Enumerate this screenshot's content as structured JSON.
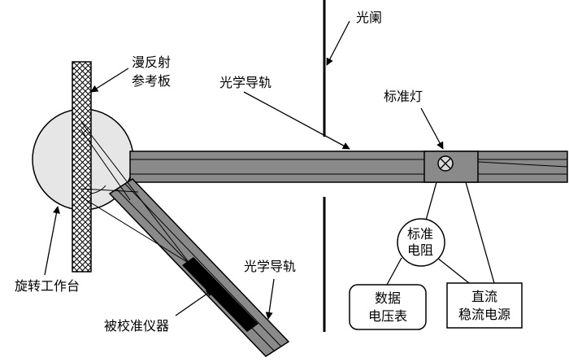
{
  "labels": {
    "aperture": "光阑",
    "diffuse_reflector_line1": "漫反射",
    "diffuse_reflector_line2": "参考板",
    "optical_rail_top": "光学导轨",
    "standard_lamp": "标准灯",
    "standard_resistor_line1": "标准",
    "standard_resistor_line2": "电阻",
    "voltmeter_line1": "数据",
    "voltmeter_line2": "电压表",
    "dc_supply_line1": "直流",
    "dc_supply_line2": "稳流电源",
    "optical_rail_bottom": "光学导轨",
    "rotary_table": "旋转工作台",
    "instrument_under_test": "被校准仪器"
  },
  "colors": {
    "rail_fill": "#8a8a8a",
    "stroke": "#000000",
    "circle_fill": "#e6e6e6"
  }
}
